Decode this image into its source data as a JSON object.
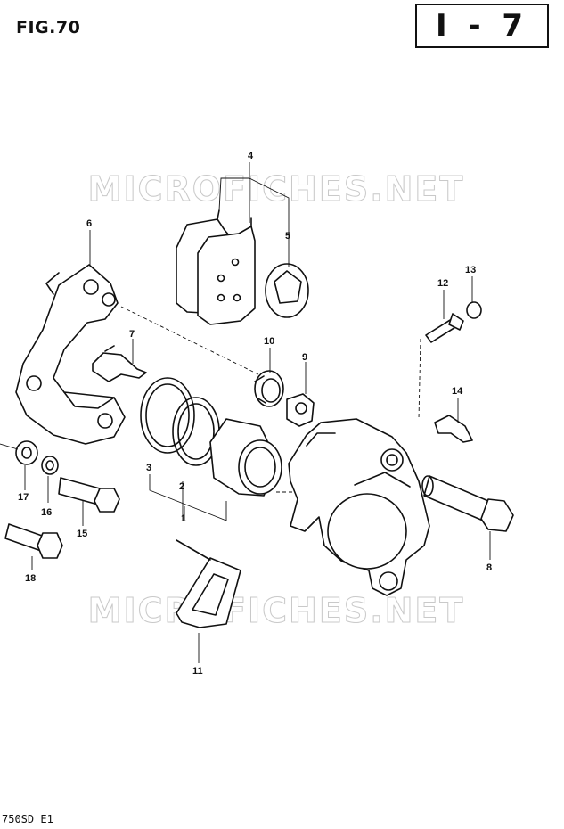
{
  "figure": {
    "title": "FIG.70",
    "section": "I - 7",
    "model": "750SD E1"
  },
  "watermarks": [
    "MICROFICHES.NET",
    "MICROFICHES.NET"
  ],
  "parts": [
    {
      "id": "1",
      "label": "1"
    },
    {
      "id": "2",
      "label": "2"
    },
    {
      "id": "3",
      "label": "3"
    },
    {
      "id": "4",
      "label": "4"
    },
    {
      "id": "5",
      "label": "5"
    },
    {
      "id": "6",
      "label": "6"
    },
    {
      "id": "7",
      "label": "7"
    },
    {
      "id": "8",
      "label": "8"
    },
    {
      "id": "9",
      "label": "9"
    },
    {
      "id": "10",
      "label": "10"
    },
    {
      "id": "11",
      "label": "11"
    },
    {
      "id": "12",
      "label": "12"
    },
    {
      "id": "13",
      "label": "13"
    },
    {
      "id": "14",
      "label": "14"
    },
    {
      "id": "15",
      "label": "15"
    },
    {
      "id": "16",
      "label": "16"
    },
    {
      "id": "17",
      "label": "17"
    },
    {
      "id": "18",
      "label": "18"
    }
  ]
}
